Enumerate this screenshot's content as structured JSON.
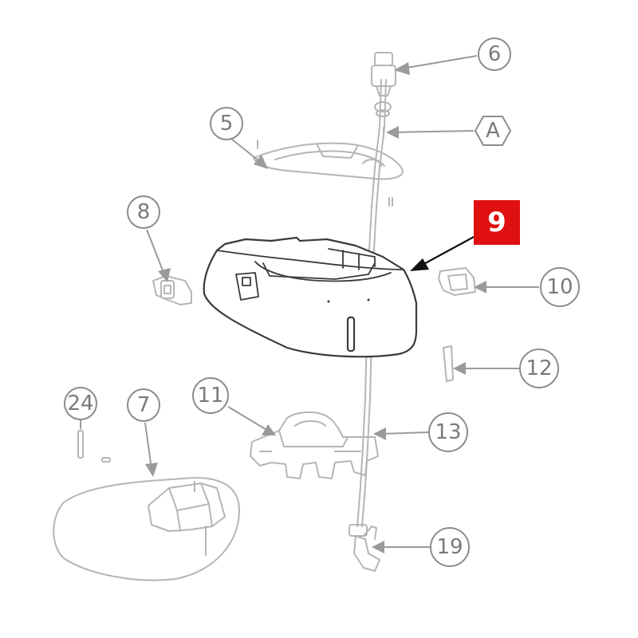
{
  "callouts": [
    {
      "id": "6",
      "label": "6"
    },
    {
      "id": "5",
      "label": "5"
    },
    {
      "id": "A",
      "label": "A"
    },
    {
      "id": "8",
      "label": "8"
    },
    {
      "id": "10",
      "label": "10"
    },
    {
      "id": "12",
      "label": "12"
    },
    {
      "id": "24",
      "label": "24"
    },
    {
      "id": "7",
      "label": "7"
    },
    {
      "id": "11",
      "label": "11"
    },
    {
      "id": "13",
      "label": "13"
    },
    {
      "id": "19",
      "label": "19"
    }
  ],
  "highlight": {
    "label": "9",
    "color": "#e01010"
  },
  "colors": {
    "faint_part": "#b5b5b5",
    "highlighted_part": "#3a3a3a",
    "callout": "#8c8c8c"
  }
}
